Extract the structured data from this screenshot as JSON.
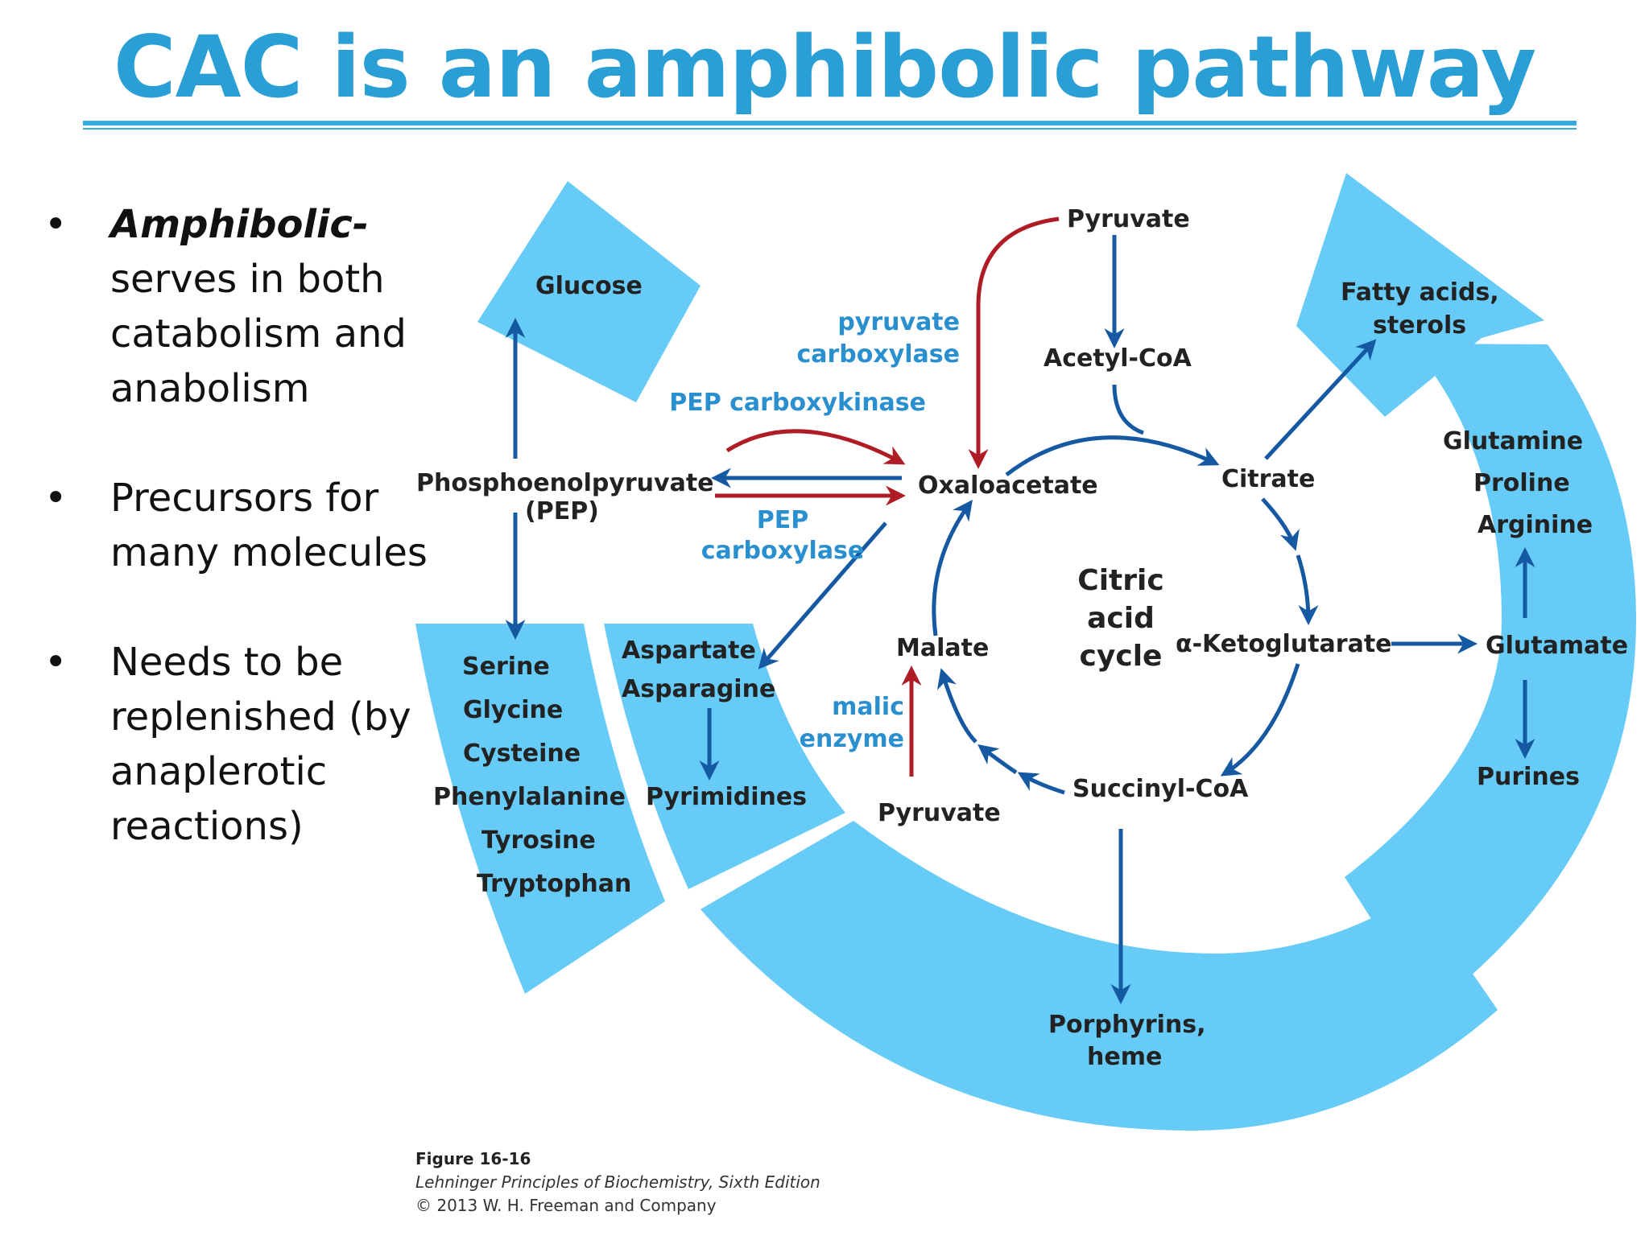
{
  "slide": {
    "title": "CAC is an amphibolic pathway",
    "bullets": [
      {
        "bold": "Amphibolic-",
        "text": "serves in both catabolism and anabolism"
      },
      {
        "bold": "",
        "text": "Precursors for many molecules"
      },
      {
        "bold": "",
        "text": "Needs to be replenished (by anaplerotic reactions)"
      }
    ]
  },
  "diagram": {
    "center_label": [
      "Citric",
      "acid",
      "cycle"
    ],
    "intermediates": {
      "pyruvate_top": "Pyruvate",
      "acetyl_coa": "Acetyl-CoA",
      "citrate": "Citrate",
      "oxaloacetate": "Oxaloacetate",
      "alpha_ketoglutarate": "α-Ketoglutarate",
      "succinyl_coa": "Succinyl-CoA",
      "malate": "Malate",
      "pyruvate_bottom": "Pyruvate",
      "pep_line1": "Phosphoenolpyruvate",
      "pep_line2": "(PEP)",
      "glutamate": "Glutamate"
    },
    "enzymes": {
      "pyruvate_carboxylase": [
        "pyruvate",
        "carboxylase"
      ],
      "pep_carboxykinase": "PEP carboxykinase",
      "pep_carboxylase": [
        "PEP",
        "carboxylase"
      ],
      "malic_enzyme": [
        "malic",
        "enzyme"
      ]
    },
    "products": {
      "glucose": "Glucose",
      "fatty_acids": [
        "Fatty acids,",
        "sterols"
      ],
      "amino_left": [
        "Serine",
        "Glycine",
        "Cysteine",
        "Phenylalanine",
        "Tyrosine",
        "Tryptophan"
      ],
      "aspartate": [
        "Aspartate",
        "Asparagine"
      ],
      "pyrimidines": "Pyrimidines",
      "glutamine_group": [
        "Glutamine",
        "Proline",
        "Arginine"
      ],
      "purines": "Purines",
      "porphyrins": [
        "Porphyrins,",
        "heme"
      ]
    },
    "colors": {
      "sector": "#66cbf6",
      "arrow_blue": "#1559a3",
      "arrow_red": "#b01c26",
      "enzyme_text": "#2a8fcf",
      "label_text": "#222222"
    }
  },
  "caption": {
    "figure": "Figure 16-16",
    "book": "Lehninger Principles of Biochemistry, Sixth Edition",
    "copyright": "© 2013 W. H. Freeman and Company"
  }
}
